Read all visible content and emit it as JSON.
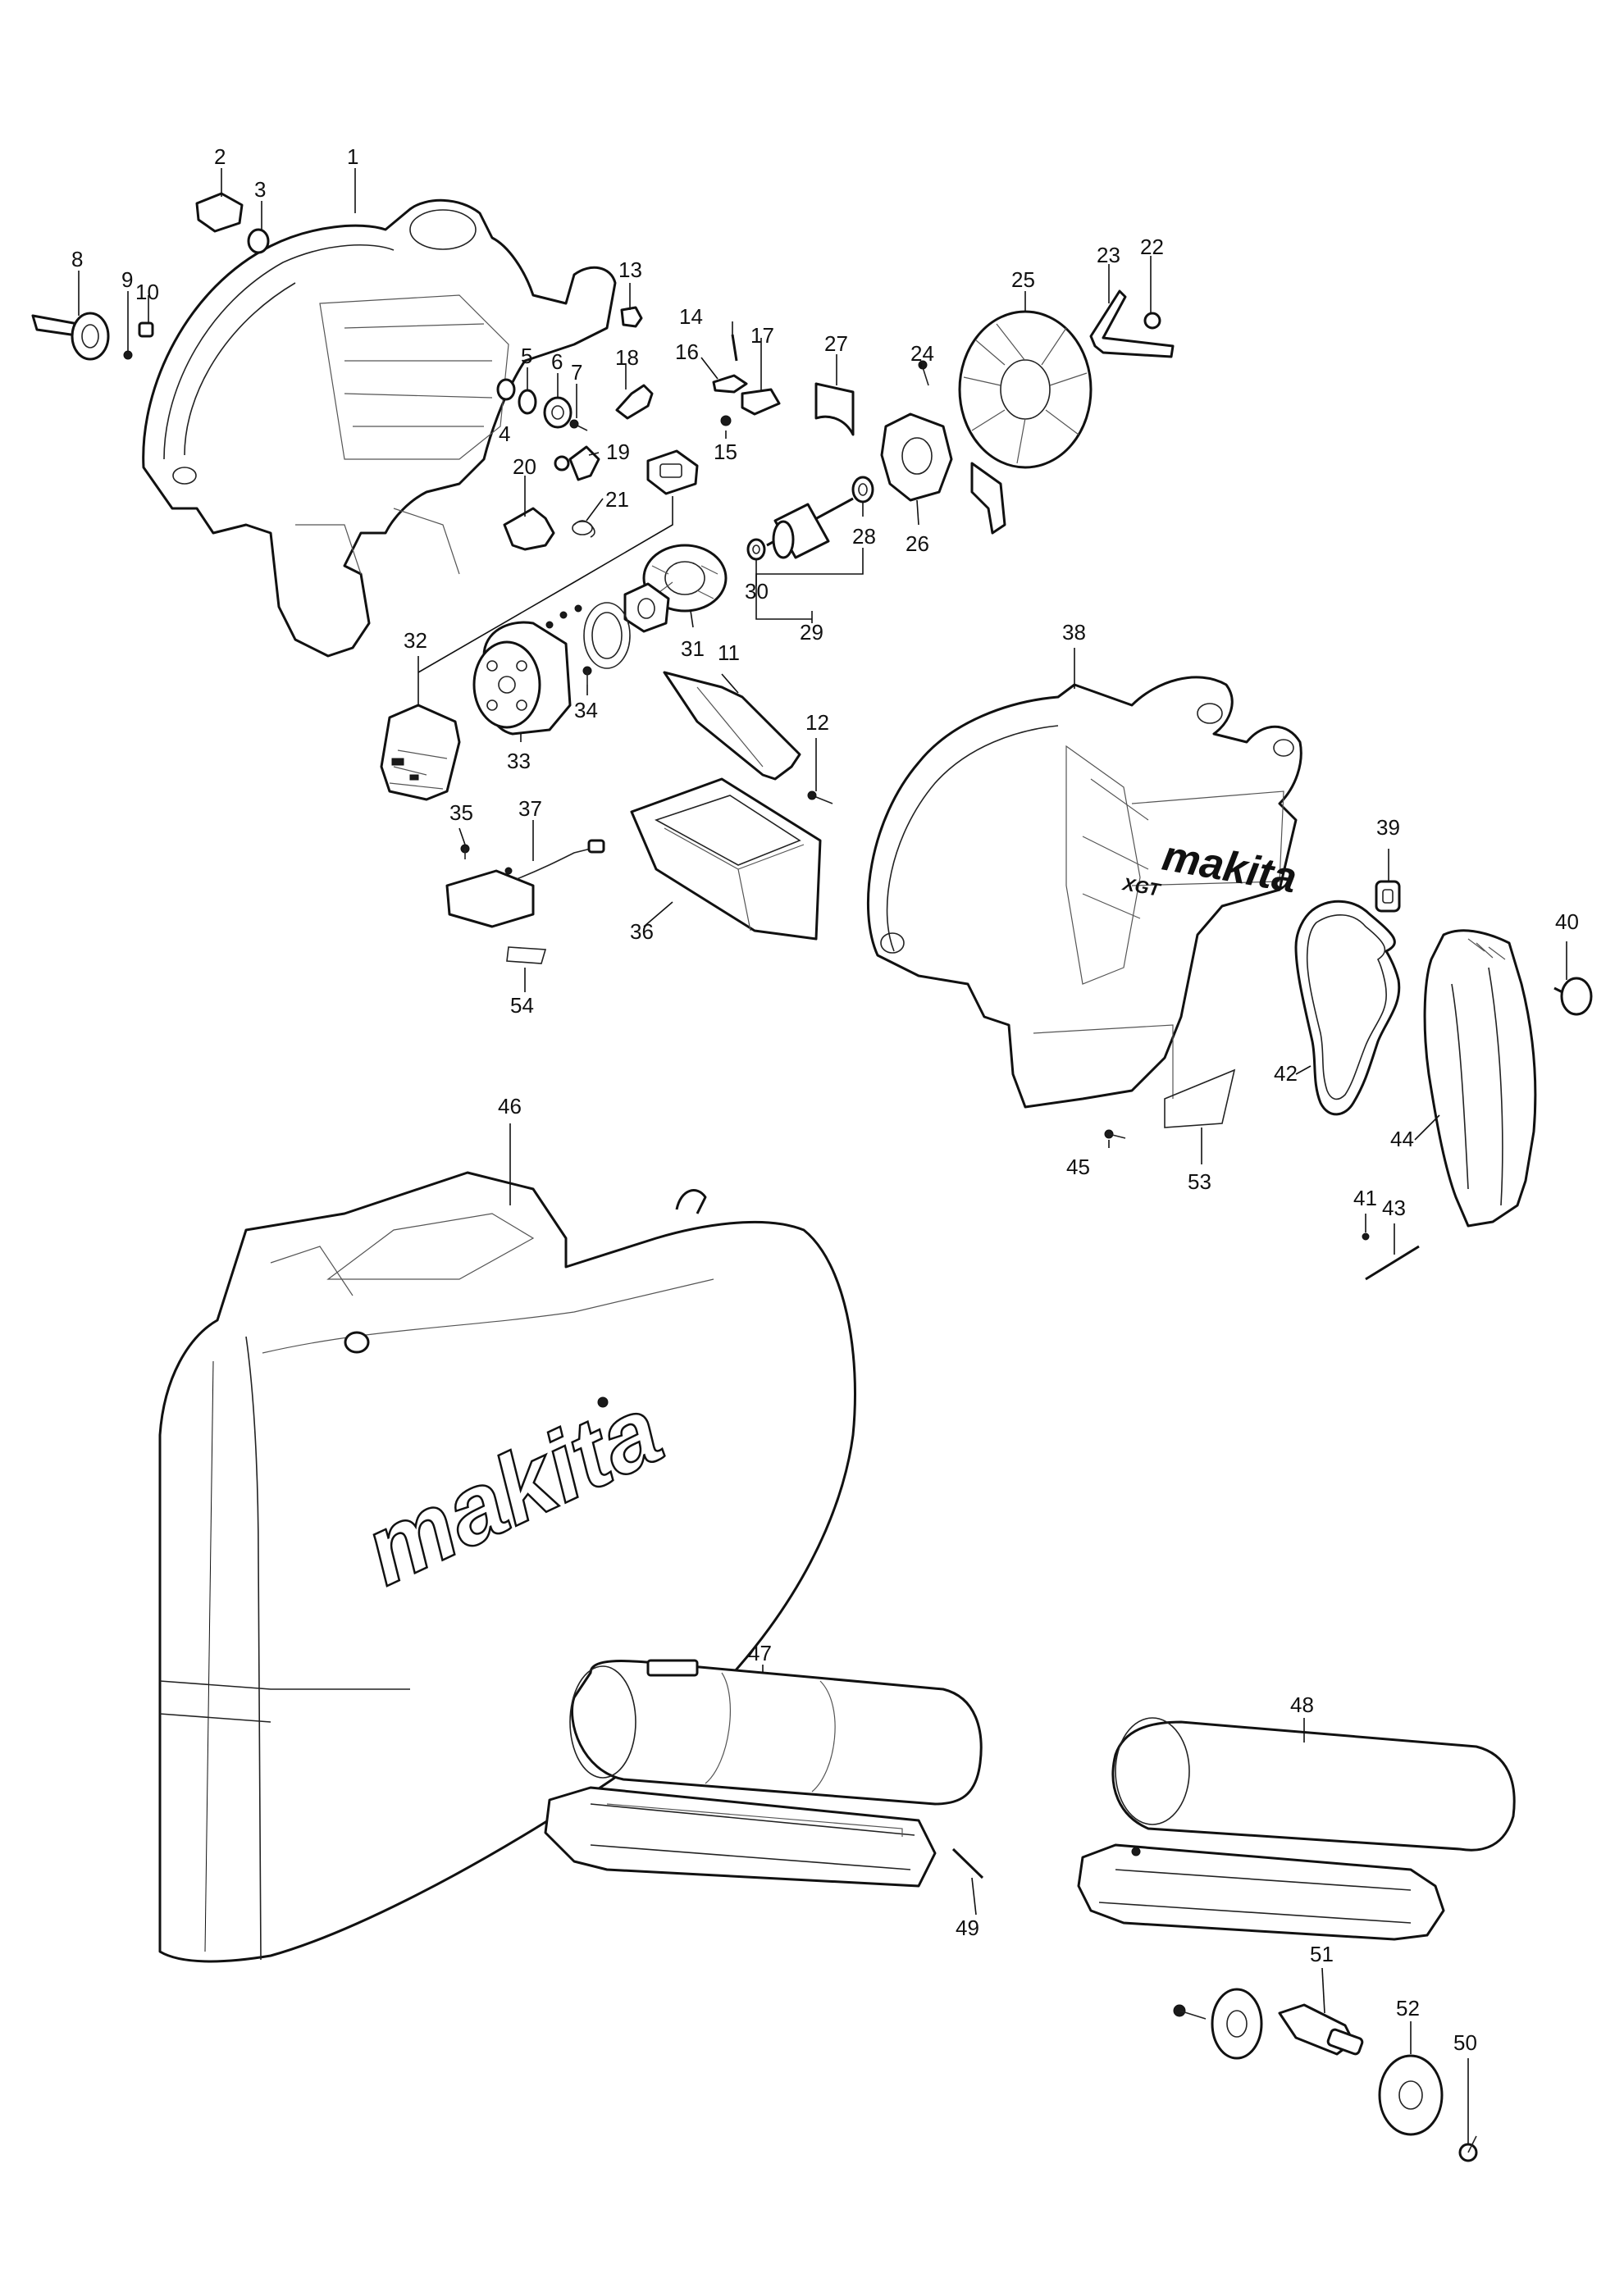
{
  "brand_marks": {
    "main_bag": "makita",
    "housing": "makita",
    "housing_badge": "XGT"
  },
  "callouts": [
    {
      "id": "1",
      "label": "1"
    },
    {
      "id": "2",
      "label": "2"
    },
    {
      "id": "3",
      "label": "3"
    },
    {
      "id": "4",
      "label": "4"
    },
    {
      "id": "5",
      "label": "5"
    },
    {
      "id": "6",
      "label": "6"
    },
    {
      "id": "7",
      "label": "7"
    },
    {
      "id": "8",
      "label": "8"
    },
    {
      "id": "9",
      "label": "9"
    },
    {
      "id": "10",
      "label": "10"
    },
    {
      "id": "11",
      "label": "11"
    },
    {
      "id": "12",
      "label": "12"
    },
    {
      "id": "13",
      "label": "13"
    },
    {
      "id": "14",
      "label": "14"
    },
    {
      "id": "15",
      "label": "15"
    },
    {
      "id": "16",
      "label": "16"
    },
    {
      "id": "17",
      "label": "17"
    },
    {
      "id": "18",
      "label": "18"
    },
    {
      "id": "19",
      "label": "19"
    },
    {
      "id": "20",
      "label": "20"
    },
    {
      "id": "21",
      "label": "21"
    },
    {
      "id": "22",
      "label": "22"
    },
    {
      "id": "23",
      "label": "23"
    },
    {
      "id": "24",
      "label": "24"
    },
    {
      "id": "25",
      "label": "25"
    },
    {
      "id": "26",
      "label": "26"
    },
    {
      "id": "27",
      "label": "27"
    },
    {
      "id": "28",
      "label": "28"
    },
    {
      "id": "29",
      "label": "29"
    },
    {
      "id": "30",
      "label": "30"
    },
    {
      "id": "31",
      "label": "31"
    },
    {
      "id": "32",
      "label": "32"
    },
    {
      "id": "33",
      "label": "33"
    },
    {
      "id": "34",
      "label": "34"
    },
    {
      "id": "35",
      "label": "35"
    },
    {
      "id": "36",
      "label": "36"
    },
    {
      "id": "37",
      "label": "37"
    },
    {
      "id": "38",
      "label": "38"
    },
    {
      "id": "39",
      "label": "39"
    },
    {
      "id": "40",
      "label": "40"
    },
    {
      "id": "41",
      "label": "41"
    },
    {
      "id": "42",
      "label": "42"
    },
    {
      "id": "43",
      "label": "43"
    },
    {
      "id": "44",
      "label": "44"
    },
    {
      "id": "45",
      "label": "45"
    },
    {
      "id": "46",
      "label": "46"
    },
    {
      "id": "47",
      "label": "47"
    },
    {
      "id": "48",
      "label": "48"
    },
    {
      "id": "49",
      "label": "49"
    },
    {
      "id": "50",
      "label": "50"
    },
    {
      "id": "51",
      "label": "51"
    },
    {
      "id": "52",
      "label": "52"
    },
    {
      "id": "53",
      "label": "53"
    },
    {
      "id": "54",
      "label": "54"
    }
  ]
}
